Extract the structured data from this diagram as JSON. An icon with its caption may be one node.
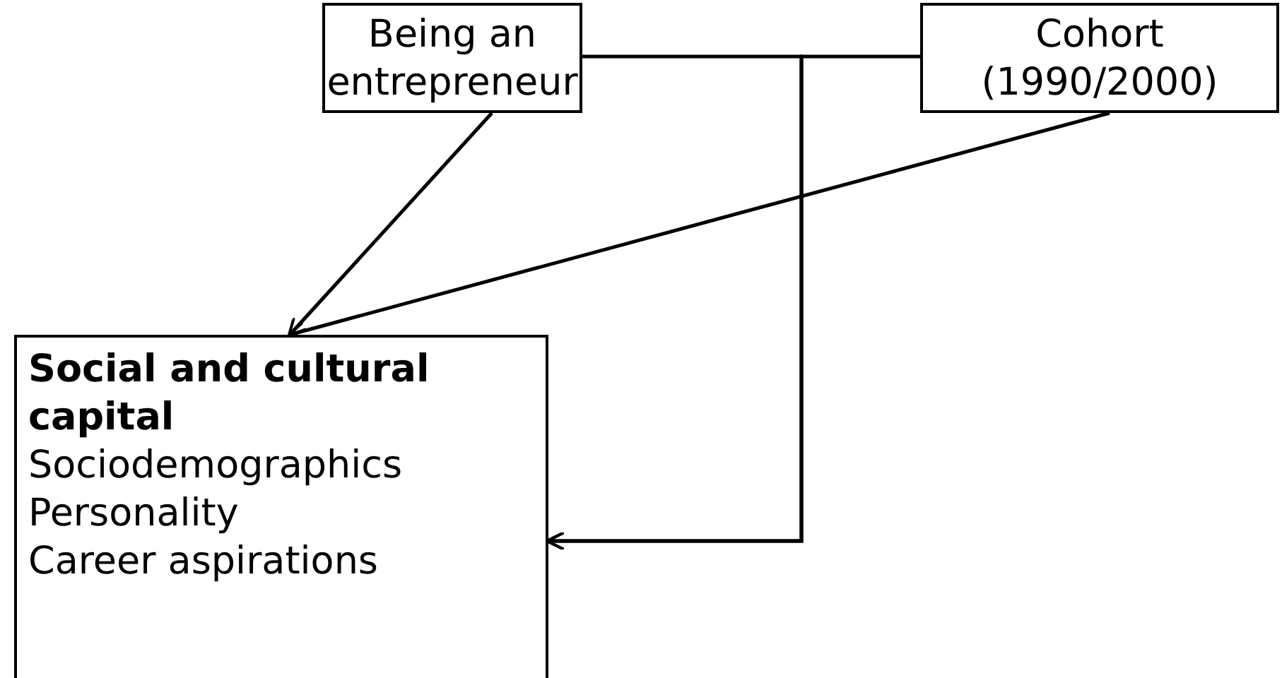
{
  "diagram": {
    "nodes": [
      {
        "text": [
          "Being an entrepreneur"
        ]
      },
      {
        "text": [
          "Cohort (1990/2000)"
        ]
      },
      {
        "text": [
          "Social and cultural capital",
          "Sociodemographics",
          "Personality",
          "Career aspirations"
        ]
      }
    ],
    "edges": [
      {
        "from": 0,
        "to": 2,
        "arrow": "to"
      },
      {
        "from": 1,
        "to": 2,
        "arrow": "to"
      },
      {
        "from": 0,
        "to": 2,
        "arrow": "to"
      },
      {
        "from": 1,
        "to": 2,
        "arrow": "to"
      }
    ]
  }
}
